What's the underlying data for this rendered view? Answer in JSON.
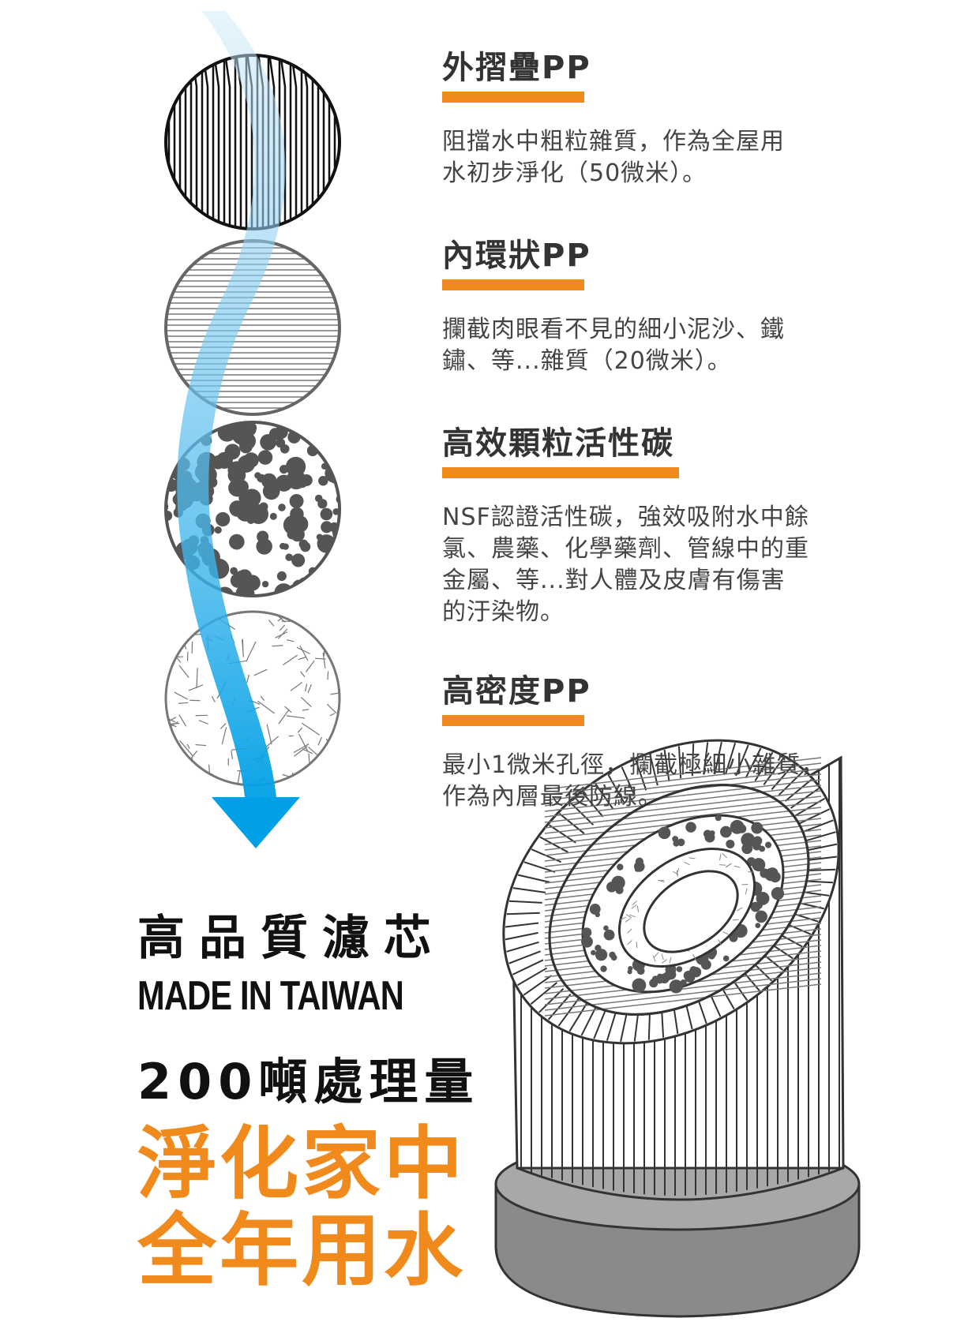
{
  "layers": [
    {
      "title": "外摺疊PP",
      "desc": [
        "阻擋水中粗粒雜質，作為全屋用",
        "水初步淨化（50微米）。"
      ]
    },
    {
      "title": "內環狀PP",
      "desc": [
        "攔截肉眼看不見的細小泥沙、鐵",
        "鏽、等...雜質（20微米）。"
      ]
    },
    {
      "title": "高效顆粒活性碳",
      "desc": [
        "NSF認證活性碳，強效吸附水中餘",
        "氯、農藥、化學藥劑、管線中的重",
        "金屬、等...對人體及皮膚有傷害",
        "的汙染物。"
      ]
    },
    {
      "title": "高密度PP",
      "desc": [
        "最小1微米孔徑，攔截極細小雜質，",
        "作為內層最後防線。"
      ]
    }
  ],
  "bottom": {
    "line1": "高品質濾芯",
    "line2": "MADE IN TAIWAN",
    "line3": "200噸處理量"
  },
  "slogan": {
    "line1": "淨化家中",
    "line2": "全年用水"
  },
  "colors": {
    "accent": "#f08a1c",
    "water": "#1aa6e6",
    "dark": "#333333"
  },
  "icons": [
    "pleated-filter-icon",
    "ring-filter-icon",
    "carbon-granule-icon",
    "dense-fiber-icon",
    "water-flow-arrow-icon",
    "filter-cartridge-icon"
  ]
}
